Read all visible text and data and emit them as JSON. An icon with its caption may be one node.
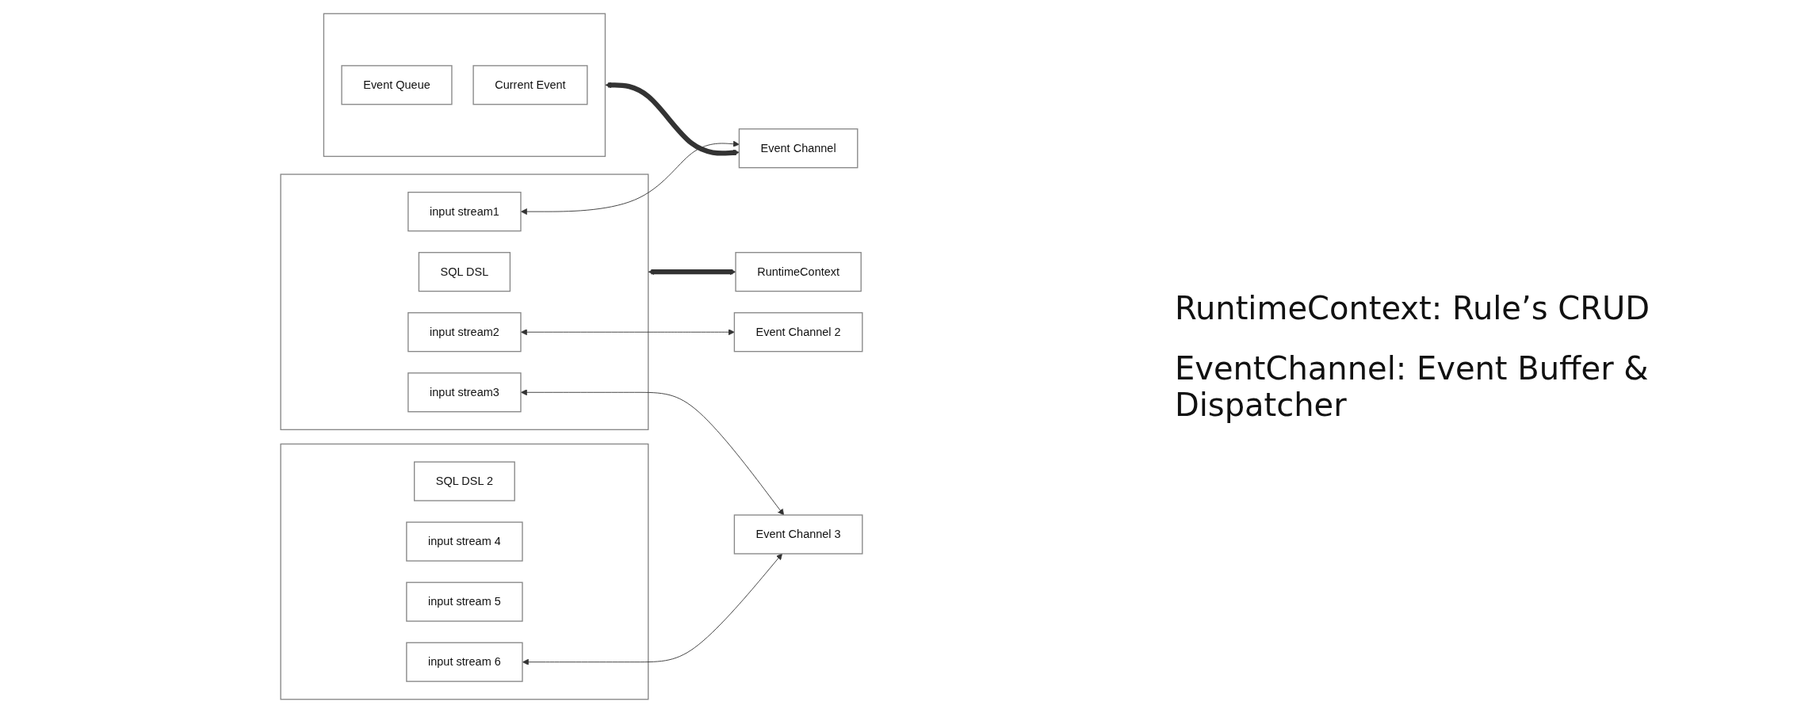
{
  "diagram": {
    "nodes": [
      {
        "text": [],
        "shape": "box"
      },
      {
        "text": [
          "SQL DSL"
        ],
        "in": 0
      },
      {
        "text": [
          "input stream1"
        ],
        "in": 0
      },
      {
        "text": [
          "input stream2"
        ],
        "in": 0
      },
      {
        "text": [
          "input stream3"
        ],
        "in": 0
      },
      {
        "text": [
          "RuntimeContext"
        ]
      },
      {
        "text": [],
        "shape": "box"
      },
      {
        "text": [
          "SQL DSL 2"
        ],
        "in": 6
      },
      {
        "text": [
          "input stream 4"
        ],
        "in": 6
      },
      {
        "text": [
          "input stream 5"
        ],
        "in": 6
      },
      {
        "text": [
          "input stream 6"
        ],
        "in": 6
      },
      {
        "text": [],
        "shape": "box"
      },
      {
        "text": [
          "Event Queue"
        ],
        "in": 11
      },
      {
        "text": [
          "Current Event"
        ],
        "in": 11
      },
      {
        "text": [
          "Event Channel"
        ]
      },
      {
        "text": [
          "Event Channel 2"
        ]
      },
      {
        "text": [
          "Event Channel 3"
        ]
      }
    ],
    "edges": [
      {
        "from": 0,
        "to": 5,
        "arrow": "both",
        "style": "thick"
      },
      {
        "from": 2,
        "to": 14,
        "arrow": "both"
      },
      {
        "from": 3,
        "to": 15,
        "arrow": "both"
      },
      {
        "from": 4,
        "to": 16,
        "arrow": "both"
      },
      {
        "from": 10,
        "to": 16,
        "arrow": "both"
      },
      {
        "from": 11,
        "to": 14,
        "arrow": "both",
        "style": "thick"
      }
    ],
    "labels": [
      "RuntimeContext: Rule’s CRUD",
      "EventChannel: Event Buffer & Dispatcher"
    ]
  }
}
